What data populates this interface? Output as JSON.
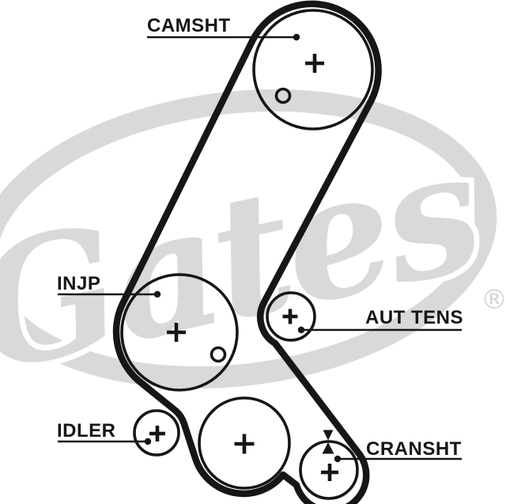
{
  "diagram": {
    "kind": "timing-belt-routing-diagram",
    "labels": {
      "camshaft": "CAMSHT",
      "injection_pump": "INJP",
      "auto_tensioner": "AUT TENS",
      "idler": "IDLER",
      "crankshaft": "CRANSHT"
    },
    "pulleys": [
      {
        "name": "camshaft-pulley",
        "label": "CAMSHT",
        "center_mark": "+"
      },
      {
        "name": "injection-pump-pulley",
        "label": "INJP",
        "center_mark": "+"
      },
      {
        "name": "automatic-tensioner-pulley",
        "label": "AUT TENS",
        "center_mark": "+"
      },
      {
        "name": "idler-pulley",
        "label": "IDLER",
        "center_mark": "+"
      },
      {
        "name": "water-pump-pulley",
        "center_mark": "+"
      },
      {
        "name": "crankshaft-pulley",
        "label": "CRANSHT",
        "center_mark": "+",
        "timing_marks": "aligned arrows"
      }
    ],
    "watermark": {
      "brand": "Gates",
      "registered_mark": "®"
    },
    "colors": {
      "background": "#ffffff",
      "line": "#161616",
      "watermark_gray": "#d9d9d9"
    }
  }
}
